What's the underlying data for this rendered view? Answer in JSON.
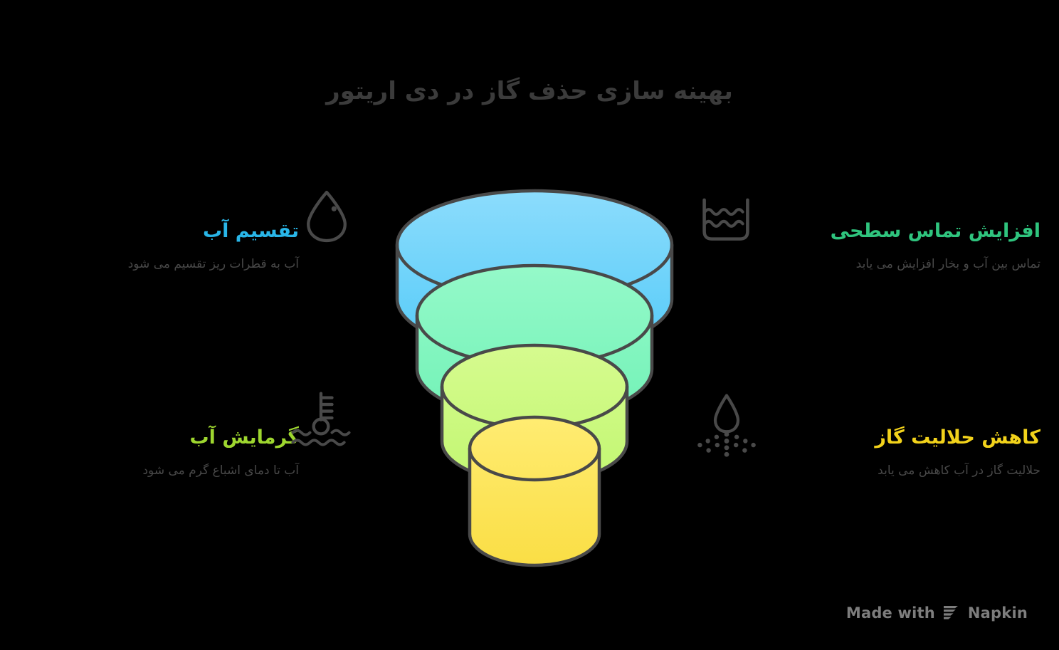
{
  "title": "بهینه سازی حذف گاز در دی اریتور",
  "background_color": "#000000",
  "title_color": "#3b3b3b",
  "funnel": {
    "outline_color": "#494949",
    "layers": [
      {
        "name": "water-split-layer",
        "color_top": "#7fd9fb",
        "color_bottom": "#5ecdf7",
        "label_ref": "تقسیم آب"
      },
      {
        "name": "surface-contact-layer",
        "color_top": "#8cf8c3",
        "color_bottom": "#78f3bb",
        "label_ref": "افزایش تماس سطحی"
      },
      {
        "name": "water-heating-layer",
        "color_top": "#d0fa85",
        "color_bottom": "#c6f878",
        "label_ref": "گرمایش آب"
      },
      {
        "name": "gas-solubility-layer",
        "color_top": "#ffe866",
        "color_bottom": "#fbe04a",
        "label_ref": "کاهش حلالیت گاز"
      }
    ]
  },
  "items": [
    {
      "id": "water-split",
      "title": "تقسیم آب",
      "description": "آب به قطرات ریز تقسیم می شود",
      "color": "#29b6e8",
      "icon": "water-drop-icon",
      "side": "left"
    },
    {
      "id": "surface-contact",
      "title": "افزایش تماس سطحی",
      "description": "تماس بین آب و بخار افزایش می یابد",
      "color": "#2fc47e",
      "icon": "water-container-waves-icon",
      "side": "right"
    },
    {
      "id": "water-heating",
      "title": "گرمایش آب",
      "description": "آب تا دمای اشباع گرم می شود",
      "color": "#9ed62f",
      "icon": "thermometer-waves-icon",
      "side": "left"
    },
    {
      "id": "gas-solubility",
      "title": "کاهش حلالیت گاز",
      "description": "حلالیت گاز در آب کاهش می یابد",
      "color": "#f2d21b",
      "icon": "droplet-dispersion-icon",
      "side": "right"
    }
  ],
  "watermark": {
    "text": "Made with",
    "brand": "Napkin",
    "color": "#7d7d7d"
  }
}
